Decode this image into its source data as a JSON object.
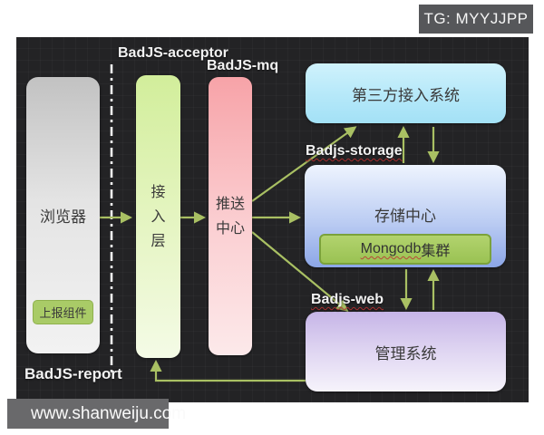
{
  "page": {
    "tg_label": "TG: MYYJJPP",
    "watermark": "www.shanweiju.com"
  },
  "colors": {
    "arrow": "#a9c063",
    "panel_bg": "#232325",
    "dashed_divider": "#ffffff",
    "browser_box_top": "#c2c2c2",
    "acceptor_box_top": "#d2ee9b",
    "mq_box_top": "#f7a3a8",
    "third_party_box_bottom": "#a3e1f6",
    "storage_box_bottom": "#8ca6e7",
    "mongodb_green": "#9ac253",
    "web_box_top": "#c6b5e7",
    "report_button_green": "#a9cb67"
  },
  "nodes": {
    "browser": {
      "title": "浏览器",
      "component": "上报组件"
    },
    "acceptor": {
      "title": "接入层"
    },
    "mq": {
      "title": "推送中心"
    },
    "third_party": {
      "title": "第三方接入系统"
    },
    "storage": {
      "title": "存储中心",
      "component_en": "Mongodb",
      "component_zh": "集群"
    },
    "web": {
      "title": "管理系统"
    }
  },
  "labels": {
    "acceptor": "BadJS-acceptor",
    "mq": "BadJS-mq",
    "storage": "Badjs-storage",
    "web": "Badjs-web",
    "report": "BadJS-report"
  }
}
